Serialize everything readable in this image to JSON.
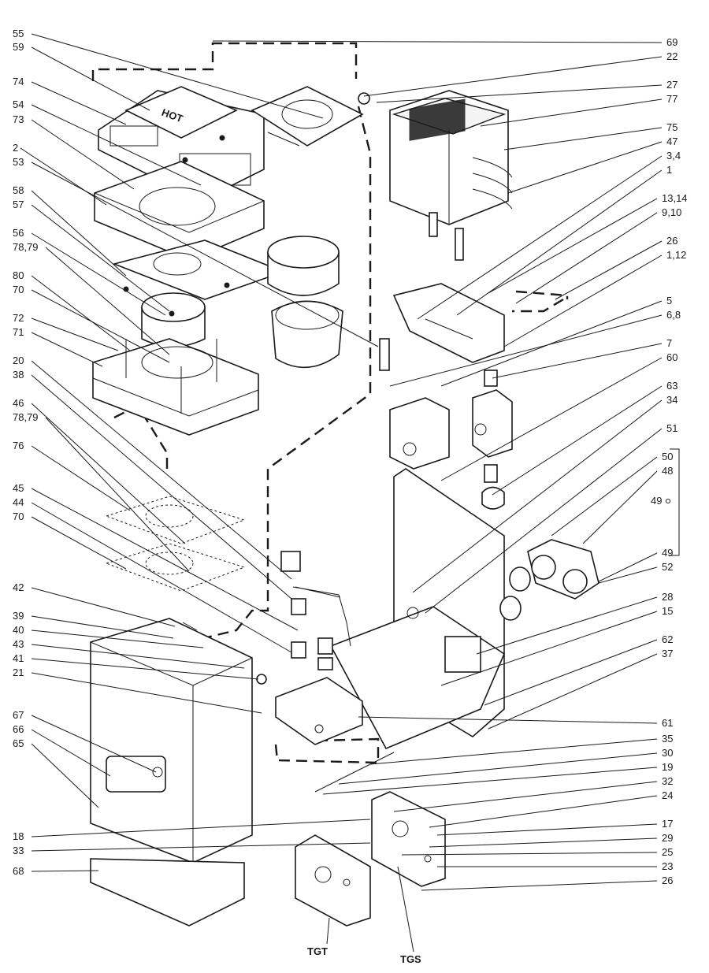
{
  "callouts_left": [
    "55",
    "59",
    "74",
    "54",
    "73",
    "2",
    "53",
    "58",
    "57",
    "56",
    "78,79",
    "80",
    "70",
    "72",
    "71",
    "20",
    "38",
    "46",
    "78,79",
    "76",
    "45",
    "44",
    "70",
    "42",
    "39",
    "40",
    "43",
    "41",
    "21",
    "67",
    "66",
    "65",
    "18",
    "33",
    "68"
  ],
  "callouts_right": [
    "69",
    "22",
    "27",
    "77",
    "75",
    "47",
    "3,4",
    "1",
    "13,14",
    "9,10",
    "26",
    "1,12",
    "5",
    "6,8",
    "7",
    "60",
    "63",
    "34",
    "51",
    "50",
    "48",
    "49",
    "49",
    "52",
    "28",
    "15",
    "62",
    "37",
    "61",
    "35",
    "30",
    "19",
    "32",
    "24",
    "17",
    "29",
    "25",
    "23",
    "26"
  ],
  "sub_assembly_labels": [
    "TGT",
    "TGS"
  ],
  "panel_text": "HOT"
}
